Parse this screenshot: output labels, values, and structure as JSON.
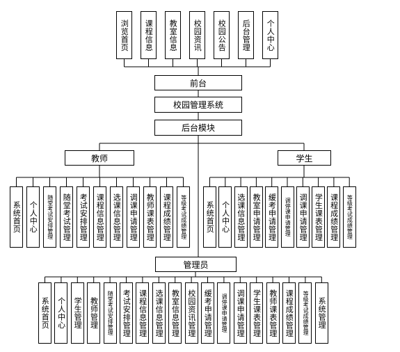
{
  "front_items": [
    "浏览首页",
    "课程信息",
    "教室信息",
    "校园资讯",
    "校园公告",
    "后台管理",
    "个人中心"
  ],
  "front_label": "前台",
  "root_label": "校园管理系统",
  "backend_label": "后台模块",
  "teacher": {
    "label": "教师",
    "items": [
      "系统首页",
      "个人中心",
      "随堂考试安排管理",
      "随堂考试管理",
      "考试安排管理",
      "课程信息管理",
      "选课信息管理",
      "调课申请管理",
      "教师课表管理",
      "课程成绩管理",
      "等级考试成绩管理"
    ]
  },
  "student": {
    "label": "学生",
    "items": [
      "系统首页",
      "个人中心",
      "选课信息管理",
      "教室申请管理",
      "缓考申请管理",
      "调停课申请管理",
      "调课申请管理",
      "学生课表管理",
      "课程成绩管理",
      "等级考试成绩管理"
    ]
  },
  "admin": {
    "label": "管理员",
    "items": [
      "系统首页",
      "个人中心",
      "学生管理",
      "教师管理",
      "随堂考试安排管理",
      "考试安排管理",
      "课程信息管理",
      "选课信息管理",
      "教室信息管理",
      "校园资讯管理",
      "缓考申请管理",
      "调停课申请管理",
      "调课申请管理",
      "学生课表管理",
      "教师课表管理",
      "课程成绩管理",
      "等级考试成绩管理",
      "系统管理"
    ]
  }
}
